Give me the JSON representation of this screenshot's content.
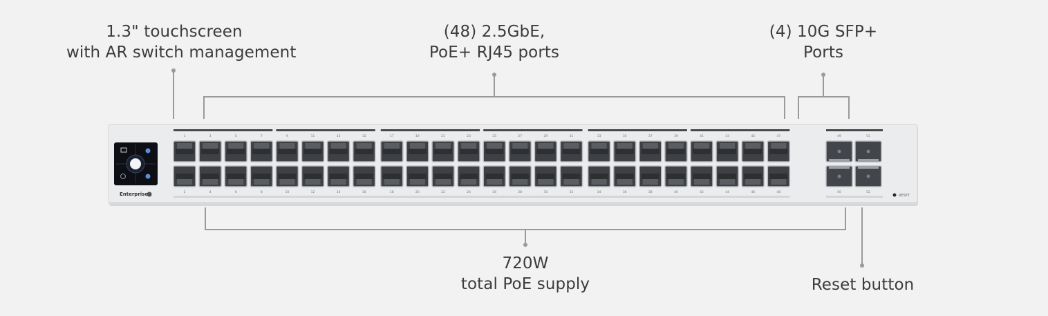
{
  "callouts": {
    "touchscreen": {
      "line1": "1.3\" touchscreen",
      "line2": "with AR switch management"
    },
    "rj45": {
      "line1": "(48) 2.5GbE,",
      "line2": "PoE+ RJ45 ports"
    },
    "sfp": {
      "line1": "(4) 10G SFP+",
      "line2": "Ports"
    },
    "poe": {
      "line1": "720W",
      "line2": "total PoE supply"
    },
    "reset": {
      "line1": "Reset button"
    }
  },
  "device": {
    "brand_label": "Enterprise",
    "reset_label": "RESET",
    "rj45_port_count": 48,
    "sfp_port_count": 4,
    "sfp_labels_top": [
      "49",
      "51"
    ],
    "sfp_labels_bottom": [
      "50",
      "52"
    ],
    "colors": {
      "chassis": "#e9eaec",
      "screen": "#0d0f14",
      "port": "#3e4044",
      "accent_blue": "#5b8fd8"
    }
  }
}
